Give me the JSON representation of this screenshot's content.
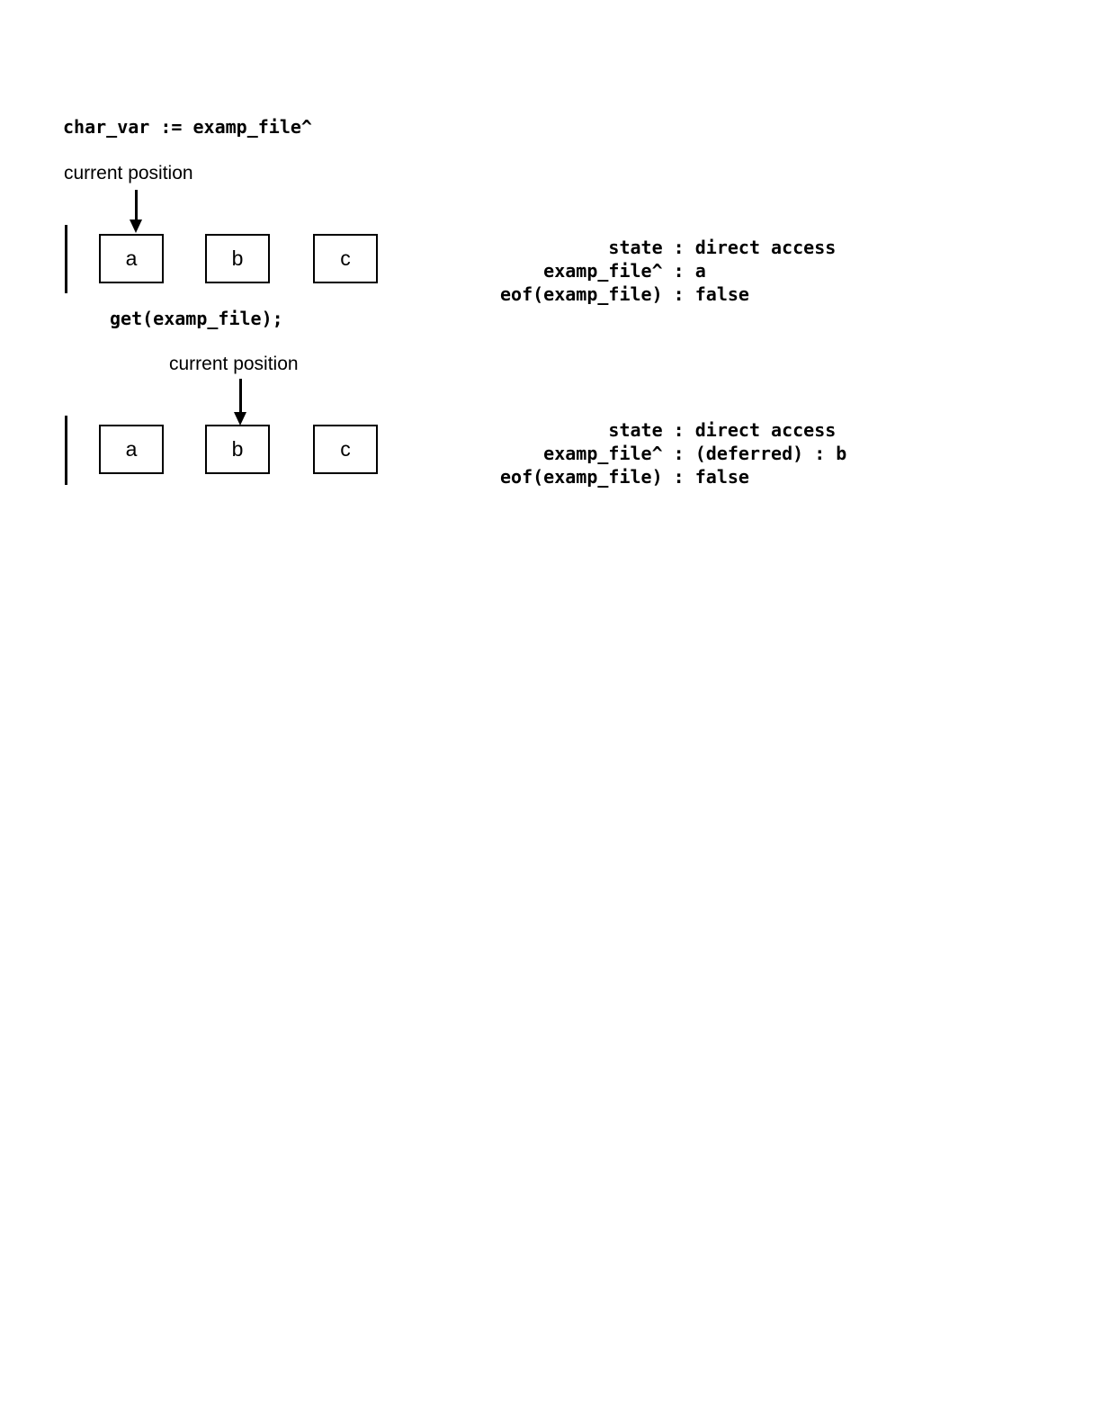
{
  "diagram": {
    "title_line": "char_var := examp_file^",
    "operation_line": "get(examp_file);",
    "separator": " : ",
    "stages": [
      {
        "id": "before-get",
        "pointer_label": "current position",
        "pointer_target_index": 0,
        "cells": [
          "a",
          "b",
          "c"
        ],
        "status": {
          "rows": [
            {
              "key": "state",
              "value": "direct access"
            },
            {
              "key": "examp_file^",
              "value": "a"
            },
            {
              "key": "eof(examp_file)",
              "value": "false"
            }
          ]
        }
      },
      {
        "id": "after-get",
        "pointer_label": "current position",
        "pointer_target_index": 1,
        "cells": [
          "a",
          "b",
          "c"
        ],
        "status": {
          "rows": [
            {
              "key": "state",
              "value": "direct access"
            },
            {
              "key": "examp_file^",
              "value": "(deferred) : b"
            },
            {
              "key": "eof(examp_file)",
              "value": "false"
            }
          ]
        }
      }
    ]
  },
  "colors": {
    "ink": "#000000",
    "paper": "#ffffff"
  }
}
